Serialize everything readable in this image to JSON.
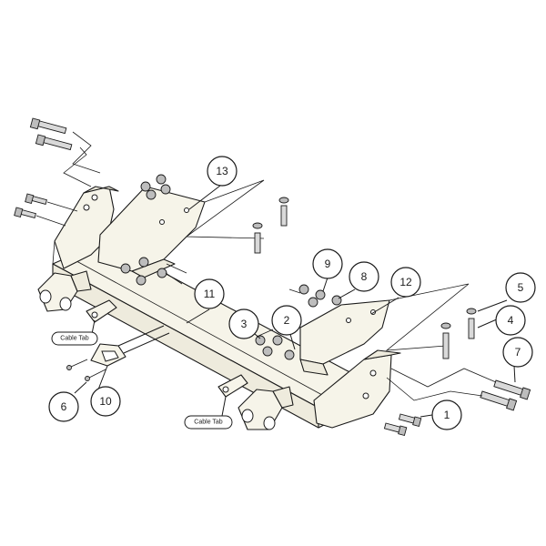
{
  "diagram": {
    "callouts": [
      "1",
      "2",
      "3",
      "4",
      "5",
      "6",
      "7",
      "8",
      "9",
      "10",
      "11",
      "12",
      "13"
    ],
    "cable_tab_labels": [
      "Cable Tab",
      "Cable Tab"
    ]
  }
}
